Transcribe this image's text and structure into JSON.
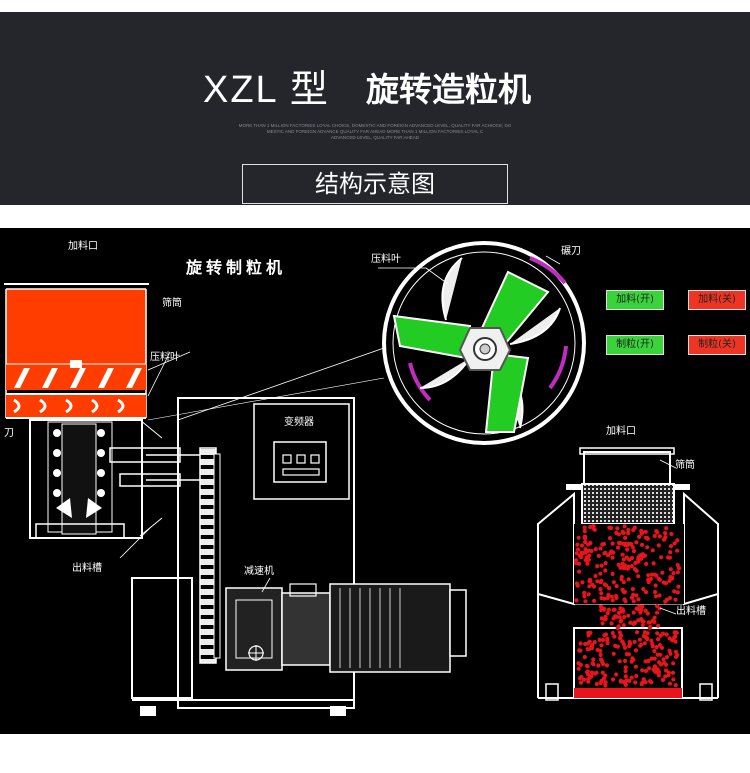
{
  "header": {
    "title_latin": "XZL 型",
    "title_cn": "旋转造粒机",
    "tagline_lines": [
      "MORE THAN 1 MILLION FACTORIES LOYAL CHOICE, DOMESTIC AND FOREIGN ADVANCED LEVEL, QUALITY FAR ACHIOCE; DO",
      "MESTIC AND FOREIGN ADVANCE QUALITY FAR AHEAD MORE THAN 1 MILLION FACTORIES LOYAL C",
      "ADVANCED LEVEL, QUALITY FAR AHEAD"
    ],
    "subtitle": "结构示意图"
  },
  "diagram": {
    "title": "旋转制粒机",
    "labels": {
      "feed_port_left": "加料口",
      "screen_left": "筛筒",
      "press_blade_left": "压料叶",
      "knife_left": "刀",
      "press_blade_top": "压料叶",
      "knife_top": "碾刀",
      "inverter": "变频器",
      "outlet_left": "出料槽",
      "reducer": "减速机",
      "feed_port_right": "加料口",
      "screen_right": "筛筒",
      "outlet_right": "出料槽"
    },
    "controls": [
      {
        "label": "加料(开)",
        "state": "on"
      },
      {
        "label": "加料(关)",
        "state": "off"
      },
      {
        "label": "制粒(开)",
        "state": "on"
      },
      {
        "label": "制粒(关)",
        "state": "off"
      }
    ],
    "colors": {
      "hopper": "#ff3d00",
      "blade": "#22cc22",
      "button_on": "#39d33a",
      "button_off": "#ee3524",
      "granule": "#e8141c"
    }
  }
}
